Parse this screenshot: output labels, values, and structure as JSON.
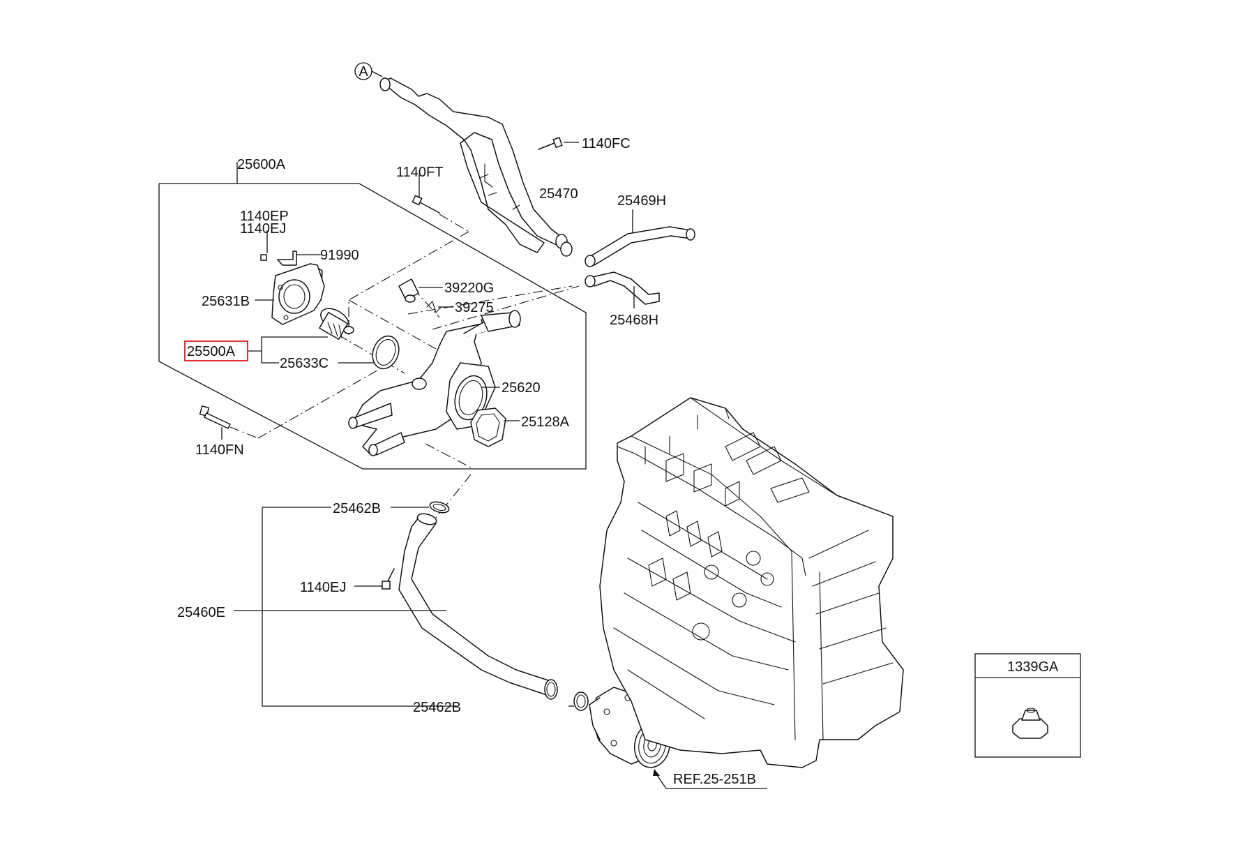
{
  "callout_A": "A",
  "labels": {
    "p25600A": "25600A",
    "p1140FT": "1140FT",
    "p1140FC": "1140FC",
    "p25470": "25470",
    "p25469H": "25469H",
    "p25468H": "25468H",
    "p1140EP": "1140EP",
    "p1140EJ_top": "1140EJ",
    "p91990": "91990",
    "p39220G": "39220G",
    "p39275": "39275",
    "p25631B": "25631B",
    "p25500A": "25500A",
    "p25633C": "25633C",
    "p25620": "25620",
    "p25128A": "25128A",
    "p1140FN": "1140FN",
    "p25462B_top": "25462B",
    "p1140EJ_mid": "1140EJ",
    "p25460E": "25460E",
    "p25462B_bot": "25462B",
    "ref": "REF.25-251B",
    "p1339GA": "1339GA"
  },
  "highlight": {
    "part": "25500A",
    "color": "#e03030"
  }
}
